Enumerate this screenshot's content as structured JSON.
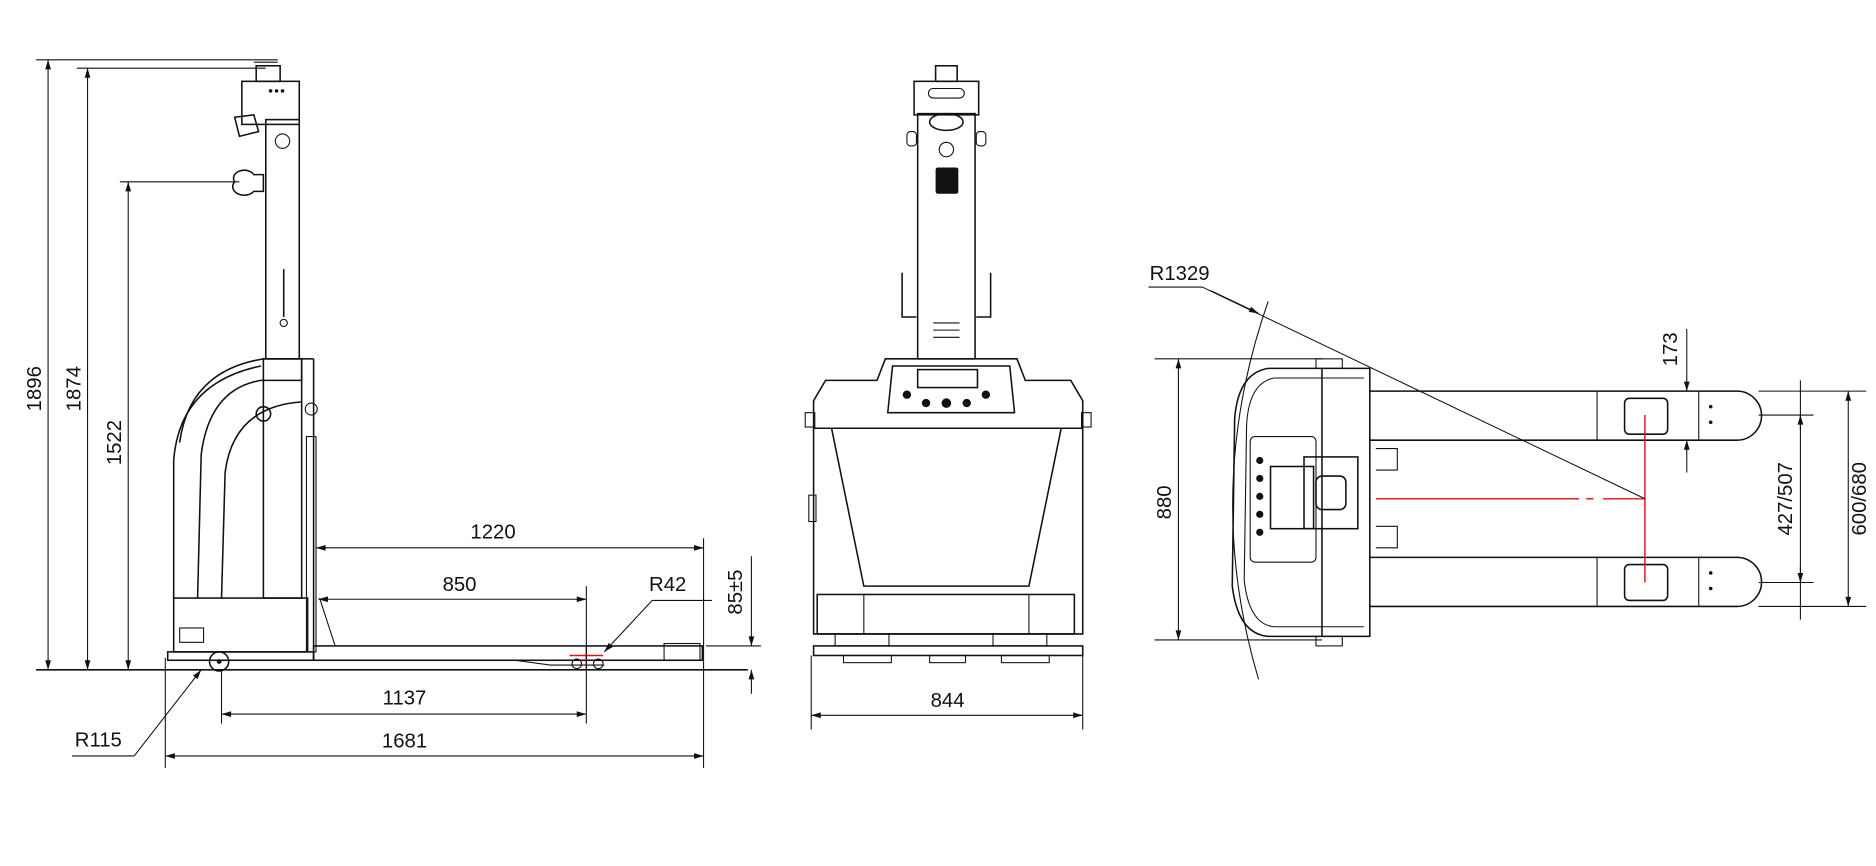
{
  "side_view": {
    "overall_height": "1896",
    "mast_height": "1874",
    "light_height": "1522",
    "fork_length": "1220",
    "fork_to_wheel": "850",
    "load_wheel_radius": "R42",
    "fork_height": "85±5",
    "wheelbase": "1137",
    "overall_length": "1681",
    "drive_wheel_radius": "R115"
  },
  "front_view": {
    "overall_width": "844"
  },
  "top_view": {
    "turning_radius": "R1329",
    "body_width": "880",
    "fork_width": "173",
    "fork_spacing_inner": "427/507",
    "fork_spacing_outer": "600/680"
  },
  "colors": {
    "line": "#111111",
    "centerline": "#e01010",
    "background": "#ffffff"
  }
}
